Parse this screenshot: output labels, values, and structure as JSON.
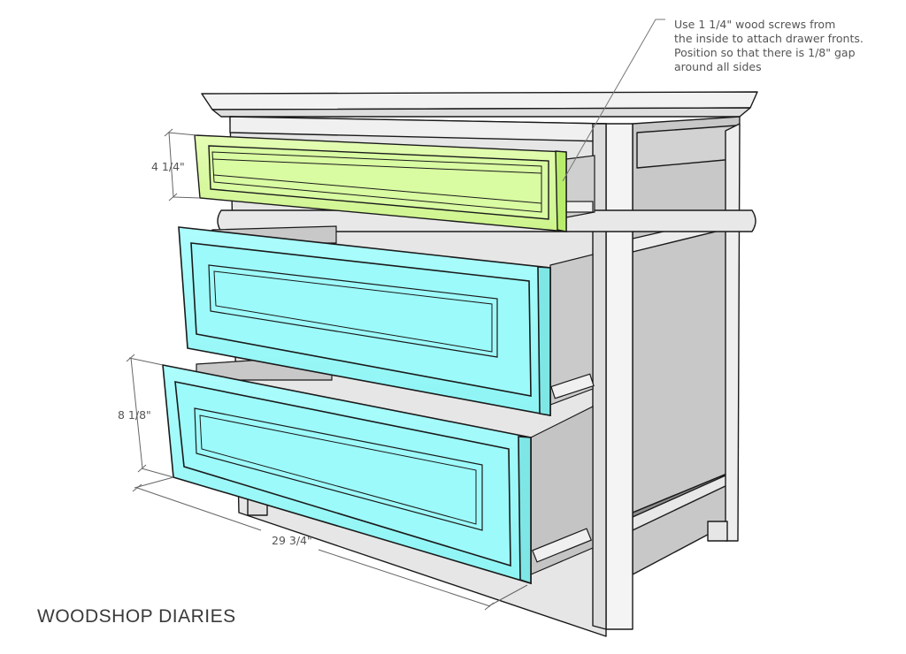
{
  "annotation": {
    "lines": [
      "Use 1 1/4\" wood screws from",
      "the inside to attach drawer fronts.",
      "Position so that there is 1/8\" gap",
      "around all sides"
    ]
  },
  "dimensions": {
    "top_drawer_height": "4 1/4\"",
    "lower_drawer_height": "8 1/8\"",
    "drawer_width": "29 3/4\""
  },
  "brand": "WOODSHOP DIARIES",
  "colors": {
    "top_drawer_front": "#d7fb9b",
    "lower_drawer_front": "#9bfbfb",
    "cabinet_face": "#ececec",
    "cabinet_side": "#c8c8c8",
    "outline": "#1a1a1a",
    "text": "#555555"
  },
  "parts": {
    "top_drawer": "top drawer front (green)",
    "middle_drawer": "middle drawer front (blue)",
    "bottom_drawer": "bottom drawer front (blue)"
  }
}
